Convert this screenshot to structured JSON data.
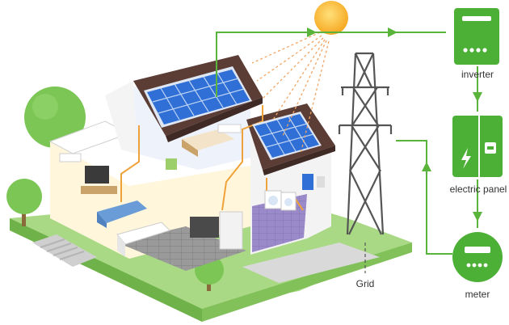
{
  "labels": {
    "inverter": "inverter",
    "electric_panel": "electric panel",
    "meter": "meter",
    "grid": "Grid"
  },
  "icons": [
    "sun-icon",
    "solar-panel-icon",
    "inverter-icon",
    "electric-panel-icon",
    "lightning-bolt-icon",
    "meter-icon",
    "transmission-tower-icon",
    "house-icon",
    "tree-icon"
  ],
  "colors": {
    "flow_line": "#5ab43c",
    "device_green": "#4caf36",
    "sun": "#f7b731",
    "sun_rays": "#f3a664",
    "solar_cell": "#2f6fd6",
    "roof": "#5a3b34",
    "wiring": "#f0a23a",
    "ground": "#9fd27a"
  }
}
